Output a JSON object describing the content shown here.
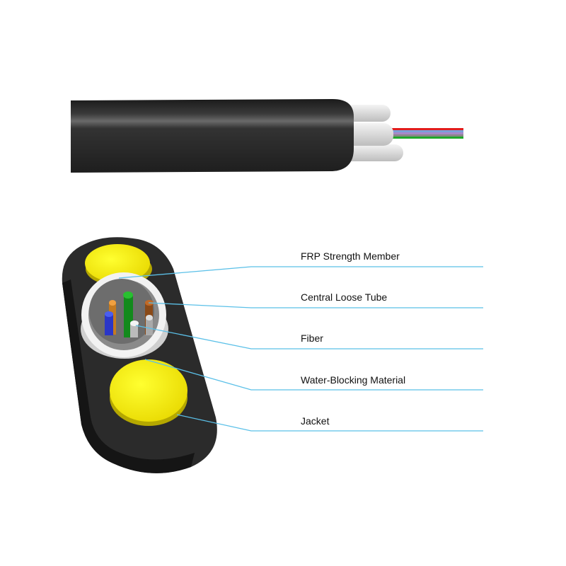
{
  "labels": {
    "frp": "FRP Strength Member",
    "tube": "Central Loose Tube",
    "fiber": "Fiber",
    "water": "Water-Blocking Material",
    "jacket": "Jacket"
  },
  "colors": {
    "jacket": "#2a2a2a",
    "strength_member": "#f5e600",
    "leader_line": "#5bc0e8",
    "tube": "#e8e8e8"
  }
}
